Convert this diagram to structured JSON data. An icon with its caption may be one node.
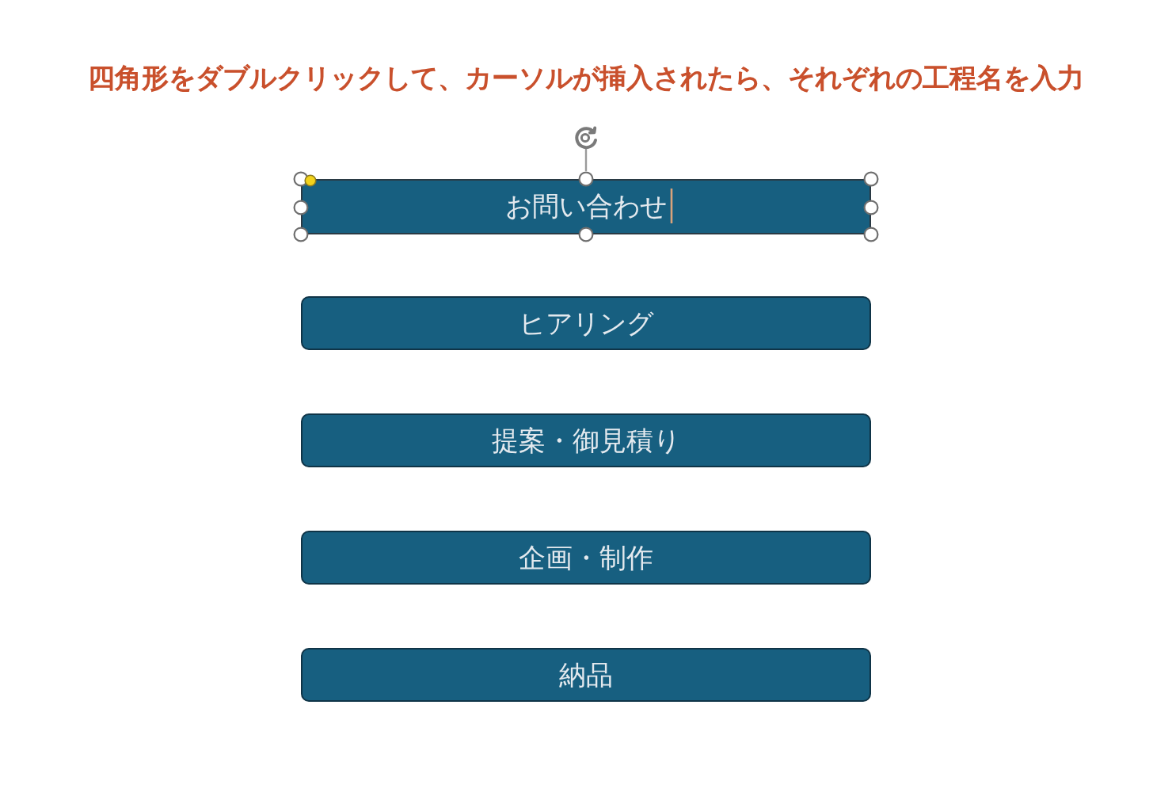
{
  "diagram": {
    "title": "四角形をダブルクリックして、カーソルが挿入されたら、それぞれの工程名を入力",
    "nodes": [
      {
        "text": [
          "お問い合わせ"
        ]
      },
      {
        "text": [
          "ヒアリング"
        ]
      },
      {
        "text": [
          "提案・御見積り"
        ]
      },
      {
        "text": [
          "企画・制作"
        ]
      },
      {
        "text": [
          "納品"
        ]
      }
    ]
  }
}
